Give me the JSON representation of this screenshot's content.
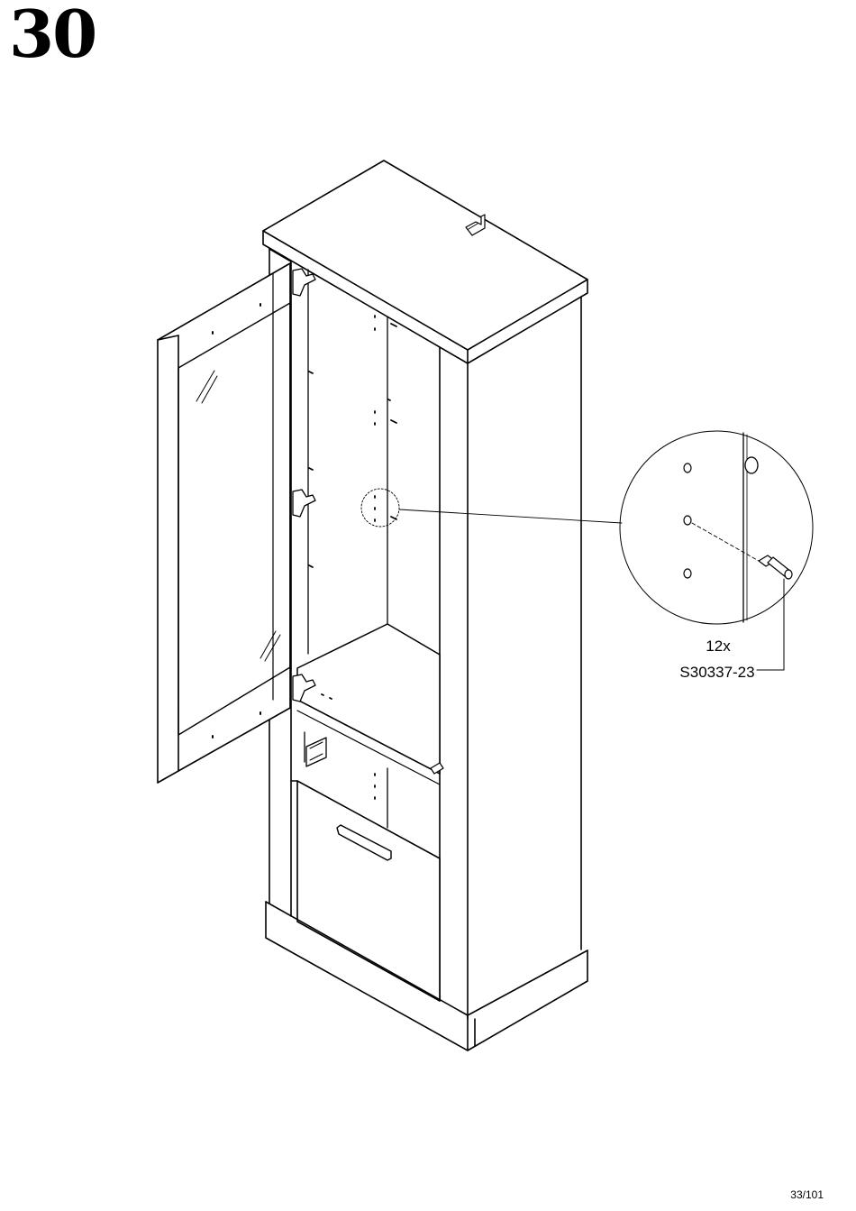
{
  "step": {
    "number": "30"
  },
  "callout": {
    "quantity": "12x",
    "part_code": "S30337-23"
  },
  "footer": {
    "page": "33/101"
  }
}
